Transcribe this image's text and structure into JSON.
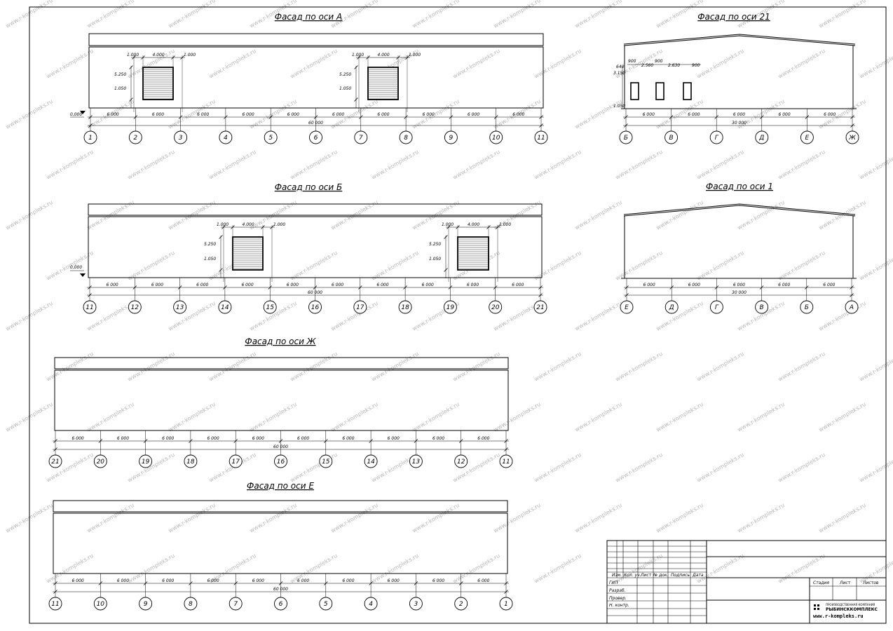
{
  "drawings": {
    "facade_a": {
      "title": "Фасад по оси А",
      "level_label": "0,000",
      "opening_dims": [
        "1.000",
        "4.000",
        "1.000"
      ],
      "height_dims": [
        "5.250",
        "1.050"
      ],
      "span_label": "6 000",
      "total_label": "60 000",
      "axes": [
        "1",
        "2",
        "3",
        "4",
        "5",
        "6",
        "7",
        "8",
        "9",
        "10",
        "11"
      ]
    },
    "facade_b": {
      "title": "Фасад по оси Б",
      "level_label": "0,000",
      "opening_dims": [
        "1.000",
        "4.000",
        "1.000"
      ],
      "height_dims": [
        "5.250",
        "1.050"
      ],
      "span_label": "6 000",
      "total_label": "60 000",
      "axes": [
        "11",
        "12",
        "13",
        "14",
        "15",
        "16",
        "17",
        "18",
        "19",
        "20",
        "21"
      ]
    },
    "facade_zh": {
      "title": "Фасад по оси Ж",
      "span_label": "6 000",
      "total_label": "60 000",
      "axes": [
        "21",
        "20",
        "19",
        "18",
        "17",
        "16",
        "15",
        "14",
        "13",
        "12",
        "11"
      ]
    },
    "facade_e": {
      "title": "Фасад по оси Е",
      "span_label": "6 000",
      "total_label": "60 000",
      "axes": [
        "11",
        "10",
        "9",
        "8",
        "7",
        "6",
        "5",
        "4",
        "3",
        "2",
        "1"
      ]
    },
    "facade_21": {
      "title": "Фасад по оси 21",
      "window_dims": [
        "900",
        "2.560",
        "900",
        "2.630",
        "900"
      ],
      "height_dims": [
        "640",
        "3.150",
        "1.050"
      ],
      "span_label": "6 000",
      "total_label": "30 000",
      "axes": [
        "Б",
        "В",
        "Г",
        "Д",
        "Е",
        "Ж"
      ]
    },
    "facade_1": {
      "title": "Фасад по оси 1",
      "span_label": "6 000",
      "total_label": "30 000",
      "axes": [
        "Е",
        "Д",
        "Г",
        "В",
        "Б",
        "А"
      ]
    }
  },
  "title_block": {
    "columns": [
      "Изм.",
      "Кол. уч.",
      "Лист",
      "№ док.",
      "Подпись",
      "Дата"
    ],
    "roles": [
      "ГИП",
      "Разраб.",
      "Провер.",
      "Н. контр."
    ],
    "stage_headers": [
      "Стадия",
      "Лист",
      "Листов"
    ],
    "company_top": "ПРОИЗВОДСТВЕННАЯ КОМПАНИЯ",
    "company_name": "РЫБИНСККОМПЛЕКС",
    "company_url": "www.r-kompleks.ru"
  },
  "watermark": "www.r-kompleks.ru"
}
